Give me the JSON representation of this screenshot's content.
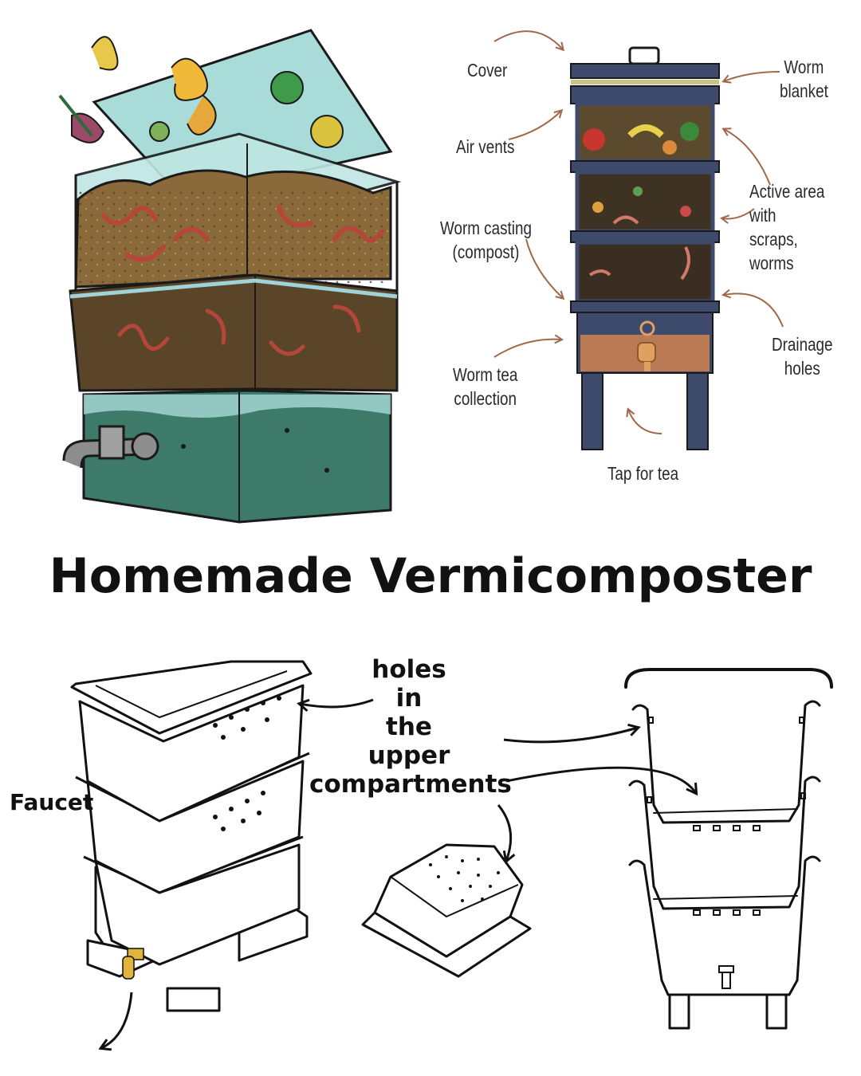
{
  "title": "Homemade Vermicomposter",
  "diagram_labels": {
    "cover": "Cover",
    "worm_blanket": [
      "Worm",
      "blanket"
    ],
    "air_vents": "Air vents",
    "active_area": [
      "Active area with",
      "scraps, worms"
    ],
    "worm_casting": [
      "Worm casting",
      "(compost)"
    ],
    "drainage_holes": [
      "Drainage",
      "holes"
    ],
    "worm_tea": [
      "Worm tea",
      "collection"
    ],
    "tap_for_tea": "Tap for tea"
  },
  "sketch_labels": {
    "holes_note": [
      "holes",
      "in",
      "the",
      "upper",
      "compartments"
    ],
    "faucet": "Faucet"
  },
  "colors": {
    "bin_navy": "#3d4a6b",
    "soil_dark": "#4a3a24",
    "soil_light": "#8a6a3a",
    "tea_brown": "#b97a55",
    "arrow_brown": "#a0684a",
    "glass_blue": "#9fd3d8",
    "faucet_gold": "#e1b53c"
  }
}
